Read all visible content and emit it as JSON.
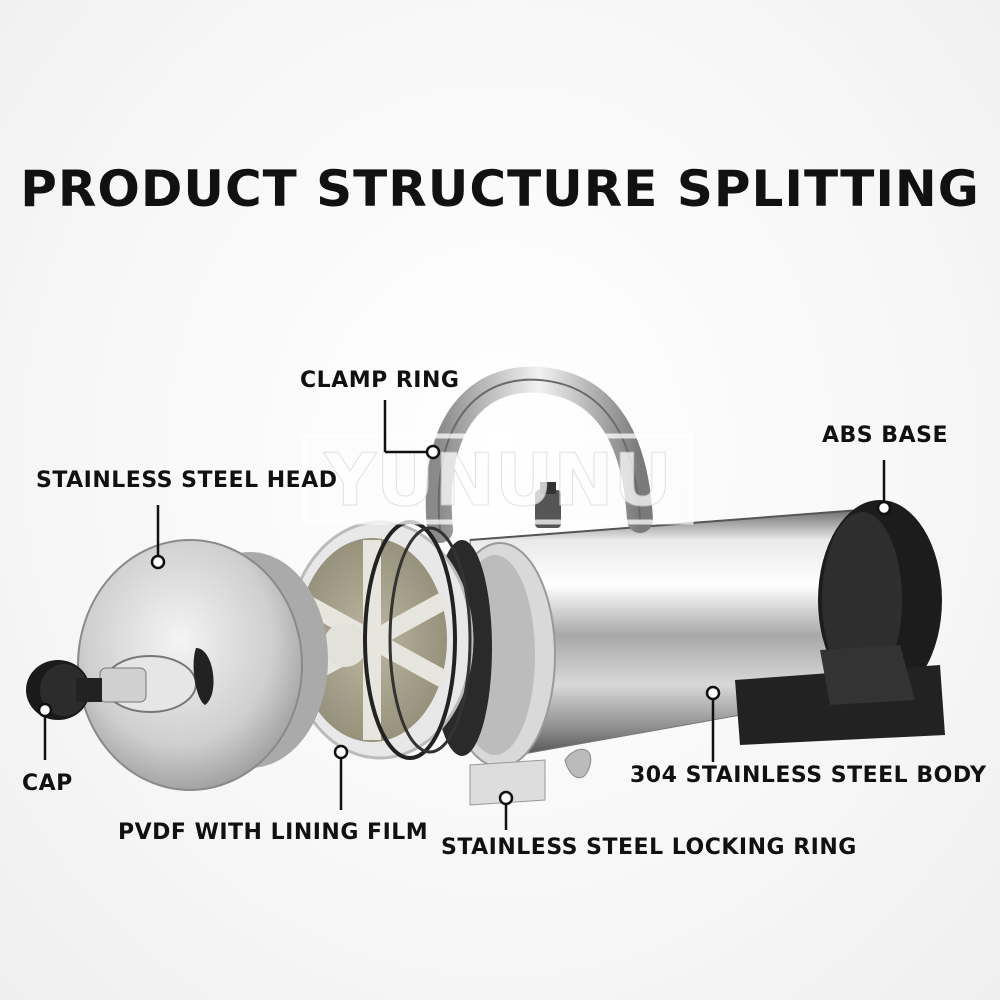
{
  "title": "PRODUCT STRUCTURE SPLITTING",
  "watermark": "YUNUNU",
  "labels": {
    "clamp_ring": "CLAMP RING",
    "abs_base": "ABS BASE",
    "stainless_steel_head": "STAINLESS STEEL HEAD",
    "cap": "CAP",
    "pvdf_lining": "PVDF WITH LINING FILM",
    "body": "304 STAINLESS STEEL BODY",
    "locking_ring": "STAINLESS STEEL LOCKING RING"
  }
}
